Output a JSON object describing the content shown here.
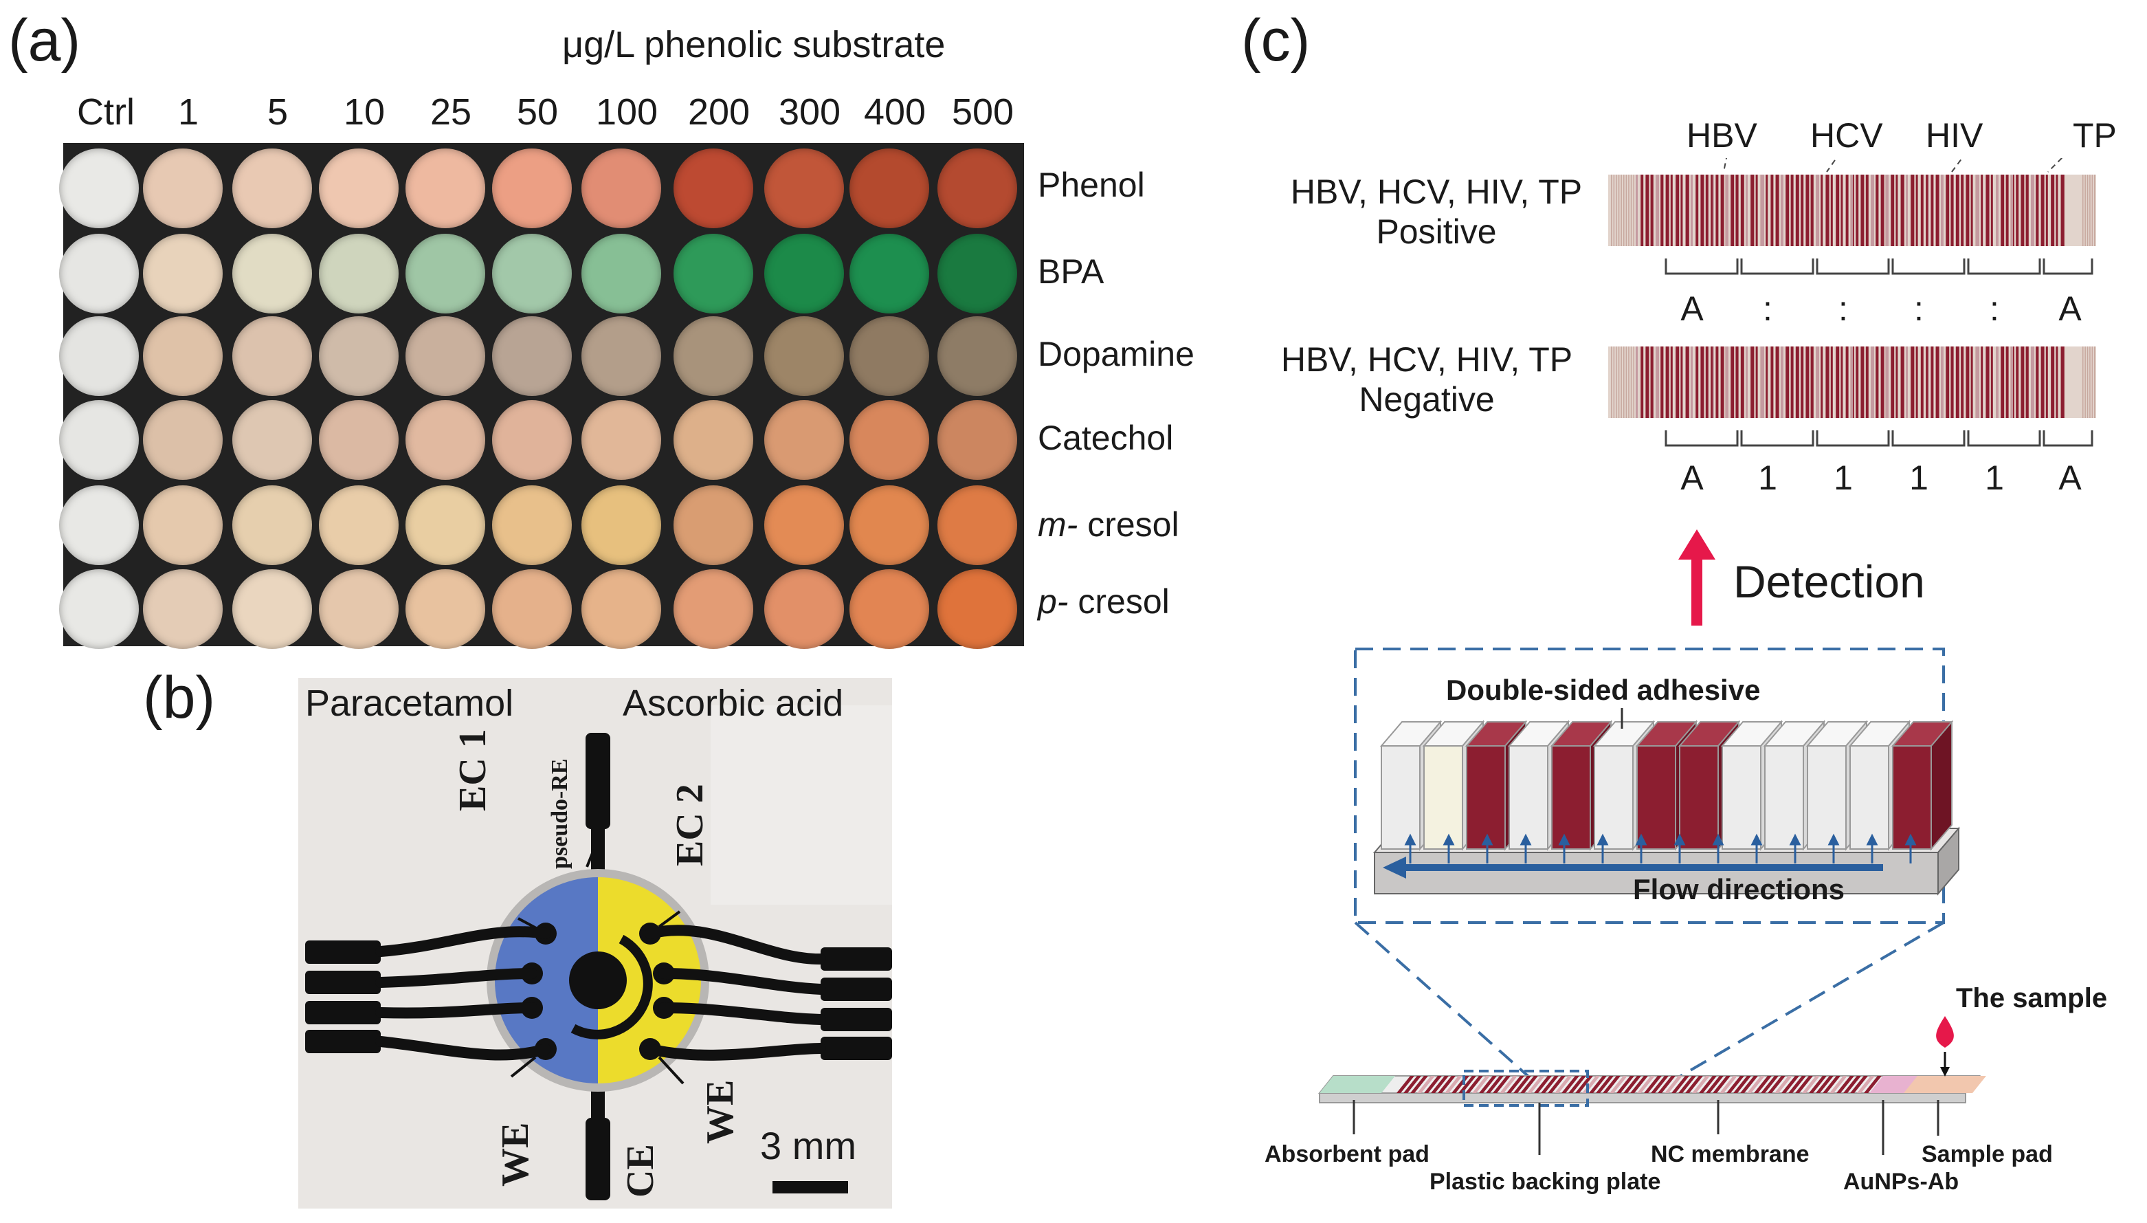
{
  "panel_a": {
    "label": "(a)",
    "header": "μg/L phenolic substrate",
    "columns": [
      "Ctrl",
      "1",
      "5",
      "10",
      "25",
      "50",
      "100",
      "200",
      "300",
      "400",
      "500"
    ],
    "rows": [
      {
        "name": "Phenol",
        "colors": [
          "#e9e9e6",
          "#e7c9b3",
          "#e9c9b3",
          "#efc7b0",
          "#eeb9a0",
          "#ec9f84",
          "#e18d74",
          "#bd4a32",
          "#c15639",
          "#b44a2e",
          "#b44a30"
        ]
      },
      {
        "name": "BPA",
        "colors": [
          "#e6e6e3",
          "#e8d3bb",
          "#e1dcc4",
          "#cfd5bd",
          "#9fc6a5",
          "#a2c8a9",
          "#87bf95",
          "#2e9a59",
          "#1c8a49",
          "#1d8f4f",
          "#1a7a40"
        ]
      },
      {
        "name": "Dopamine",
        "colors": [
          "#e4e4e1",
          "#dfc2a8",
          "#dcc2ad",
          "#cfbba9",
          "#c9b09d",
          "#b8a494",
          "#b39e8a",
          "#a8937b",
          "#9d8567",
          "#8f7a62",
          "#8e7c66"
        ]
      },
      {
        "name": "Catechol",
        "colors": [
          "#e6e6e3",
          "#dcc0a8",
          "#dec7b2",
          "#dbb9a3",
          "#e1b9a0",
          "#e0b39a",
          "#e1b798",
          "#ddb08a",
          "#d99a72",
          "#d8875c",
          "#cc8660"
        ]
      },
      {
        "name_prefix": "m-",
        "name_suffix": " cresol",
        "colors": [
          "#e8e8e5",
          "#e5c9ad",
          "#e6cfae",
          "#e9cda9",
          "#e9cea2",
          "#e8c08b",
          "#e7c07e",
          "#d99d72",
          "#e38b55",
          "#e1874f",
          "#de7b45"
        ]
      },
      {
        "name_prefix": "p-",
        "name_suffix": " cresol",
        "colors": [
          "#e8e8e5",
          "#e4ccb6",
          "#ead6bf",
          "#e5c7ac",
          "#e8c29f",
          "#e5b18b",
          "#e6b38a",
          "#e39c75",
          "#e29068",
          "#e28553",
          "#df733b"
        ]
      }
    ]
  },
  "panel_b": {
    "label": "(b)",
    "left_title": "Paracetamol",
    "right_title": "Ascorbic acid",
    "annotations": {
      "ec1": "EC 1",
      "ec2": "EC 2",
      "pseudo_re": "pseudo-RE",
      "we_left": "WE",
      "we_right": "WE",
      "ce": "CE"
    },
    "scale_bar": "3 mm",
    "colors": {
      "blue": "#5878c4",
      "yellow": "#ecdc2c",
      "ink": "#111111"
    }
  },
  "panel_c": {
    "label": "(c)",
    "markers": [
      "HBV",
      "HCV",
      "HIV",
      "TP"
    ],
    "positive": {
      "line1": "HBV, HCV, HIV, TP",
      "line2": "Positive",
      "ratios": [
        "A",
        ":",
        ":",
        ":",
        ":",
        "A"
      ]
    },
    "negative": {
      "line1": "HBV, HCV, HIV, TP",
      "line2": "Negative",
      "ratios": [
        "A",
        "1",
        "1",
        "1",
        "1",
        "A"
      ]
    },
    "detection": "Detection",
    "double_sided": "Double-sided adhesive",
    "flow": "Flow directions",
    "sample": "The sample",
    "parts": {
      "absorbent": "Absorbent pad",
      "backing": "Plastic backing plate",
      "nc": "NC membrane",
      "aunps": "AuNPs-Ab",
      "sample_pad": "Sample pad"
    },
    "colors": {
      "stripe": "#8c1e30",
      "arrow": "#e6184a",
      "dash": "#3a6ea5",
      "flow": "#2a5f9e"
    }
  }
}
